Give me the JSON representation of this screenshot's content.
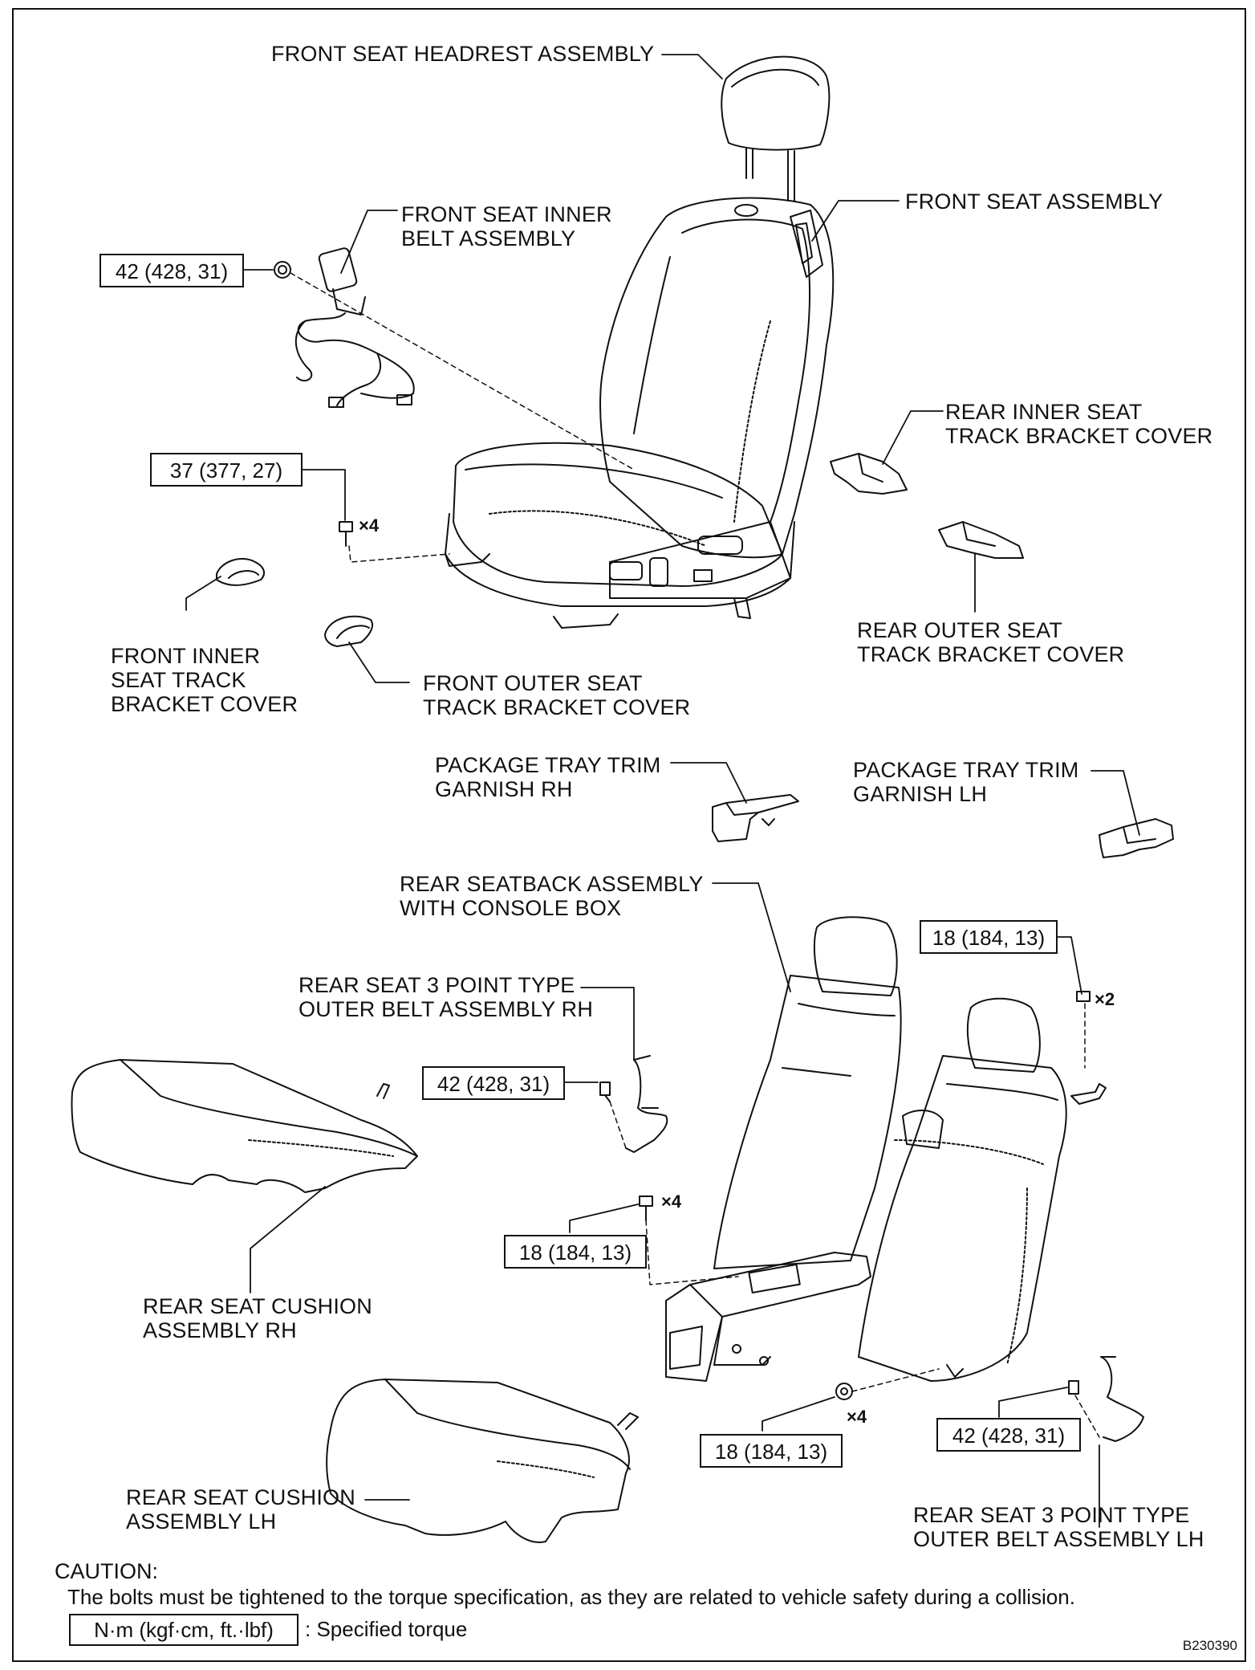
{
  "labels": {
    "front_headrest": "FRONT SEAT HEADREST ASSEMBLY",
    "front_seat": "FRONT SEAT ASSEMBLY",
    "front_inner_belt": "FRONT SEAT INNER\nBELT ASSEMBLY",
    "rear_inner_track_cover": "REAR INNER SEAT\nTRACK BRACKET COVER",
    "rear_outer_track_cover": "REAR OUTER SEAT\nTRACK BRACKET COVER",
    "front_inner_track_cover": "FRONT INNER\nSEAT TRACK\nBRACKET COVER",
    "front_outer_track_cover": "FRONT OUTER SEAT\nTRACK BRACKET COVER",
    "package_tray_rh": "PACKAGE TRAY TRIM\nGARNISH RH",
    "package_tray_lh": "PACKAGE TRAY TRIM\nGARNISH LH",
    "rear_seatback": "REAR SEATBACK ASSEMBLY\nWITH CONSOLE BOX",
    "rear_belt_rh": "REAR SEAT 3 POINT TYPE\nOUTER BELT ASSEMBLY RH",
    "rear_cushion_rh": "REAR SEAT CUSHION\nASSEMBLY RH",
    "rear_cushion_lh": "REAR SEAT CUSHION\nASSEMBLY LH",
    "rear_belt_lh": "REAR SEAT 3 POINT TYPE\nOUTER BELT ASSEMBLY LH"
  },
  "torques": {
    "front_belt_nut": "42 (428, 31)",
    "front_seat_bolts": "37 (377, 27)",
    "seatback_top_nut": "18 (184, 13)",
    "rear_belt_rh_bolt": "42 (428, 31)",
    "console_bolts": "18 (184, 13)",
    "seatback_bottom_bolts": "18 (184, 13)",
    "rear_belt_lh_bolt": "42 (428, 31)"
  },
  "multipliers": {
    "front_seat_bolts": "×4",
    "seatback_top_nut": "×2",
    "console_bolts": "×4",
    "seatback_bottom_bolts": "×4"
  },
  "caution": {
    "title": "CAUTION:",
    "text": "The bolts must be tightened to the torque specification, as they are related to vehicle safety during a collision."
  },
  "legend": {
    "unit": "N·m (kgf·cm, ft.·lbf)",
    "desc": ": Specified torque"
  },
  "figure_id": "B230390"
}
